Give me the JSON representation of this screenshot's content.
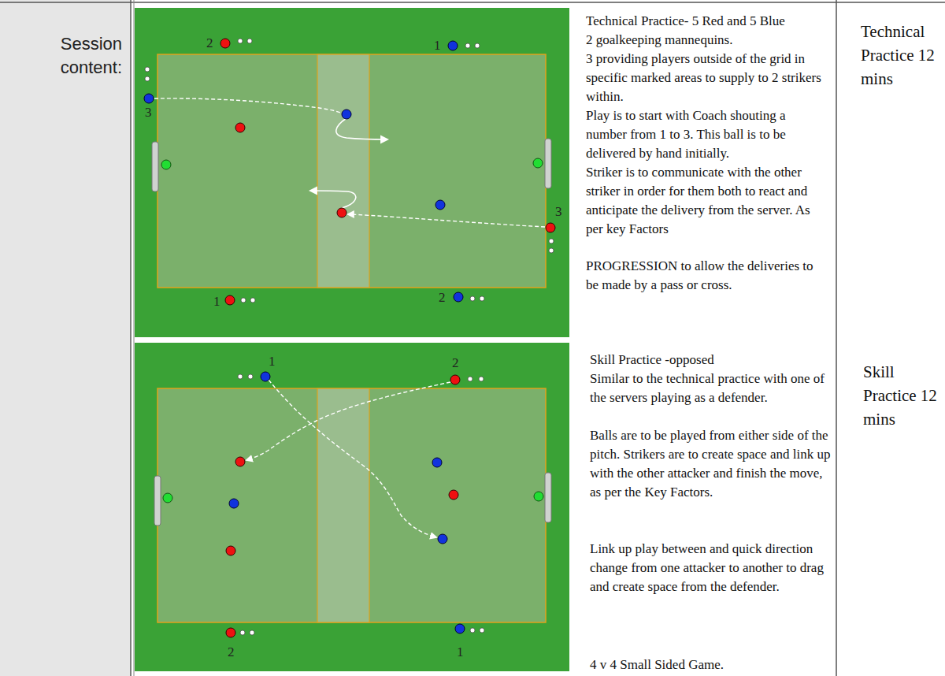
{
  "diagram": {
    "labels": [
      "Session content:",
      "Technical Practice- 5 Red and 5 Blue",
      "2 goalkeeping mannequins.",
      "3 providing players outside of the grid in specific marked areas to supply to 2 strikers within.",
      "Play is to start with Coach shouting a number from 1 to 3. This ball is to be delivered by hand initially.",
      "Striker is to communicate with the other striker in order for them both to react and anticipate the delivery from the server. As per key Factors",
      "PROGRESSION to allow the deliveries to be made by a pass or cross.",
      "Technical Practice 12 mins",
      "Skill Practice -opposed",
      "Similar to the technical practice with one of the servers playing as a defender.",
      "Balls are to be played from either side of the pitch. Strikers are to create space and link up with the other attacker and finish the move, as per the Key Factors.",
      "Link up play between and quick direction change from one attacker to another to drag and create space from the defender.",
      "4 v 4 Small Sided Game.",
      "Skill Practice 12 mins",
      "2",
      "1",
      "3",
      "3",
      "1",
      "2",
      "1",
      "2",
      "2",
      "1"
    ]
  }
}
